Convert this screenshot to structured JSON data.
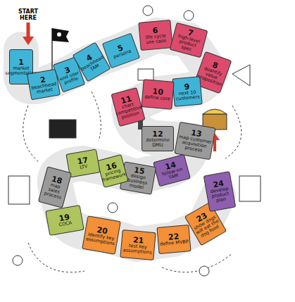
{
  "diagram": {
    "nodes": [
      {
        "text": [
          "1",
          "market segmentation"
        ]
      },
      {
        "text": [
          "2",
          "beachhead market"
        ]
      },
      {
        "text": [
          "3",
          "end user profile"
        ]
      },
      {
        "text": [
          "4",
          "beachhead TAM"
        ]
      },
      {
        "text": [
          "5",
          "persona"
        ]
      },
      {
        "text": [
          "6",
          "life cycle use case"
        ]
      },
      {
        "text": [
          "7",
          "high-level product spec"
        ]
      },
      {
        "text": [
          "8",
          "quantify value proposition"
        ]
      },
      {
        "text": [
          "9",
          "next 10 customers"
        ]
      },
      {
        "text": [
          "10",
          "define core"
        ]
      },
      {
        "text": [
          "11",
          "chart competitive position"
        ]
      },
      {
        "text": [
          "12",
          "determine DMU"
        ]
      },
      {
        "text": [
          "13",
          "map customer acquisition process"
        ]
      },
      {
        "text": [
          "14",
          "follow-on TAM"
        ]
      },
      {
        "text": [
          "15",
          "design business model"
        ]
      },
      {
        "text": [
          "16",
          "pricing framework"
        ]
      },
      {
        "text": [
          "17",
          "LTV"
        ]
      },
      {
        "text": [
          "18",
          "map sales process"
        ]
      },
      {
        "text": [
          "19",
          "COCA"
        ]
      },
      {
        "text": [
          "20",
          "identify key assumptions"
        ]
      },
      {
        "text": [
          "21",
          "test key assumptions"
        ]
      },
      {
        "text": [
          "22",
          "define MVBP"
        ]
      },
      {
        "text": [
          "23",
          "show dogs will eat the dog food"
        ]
      },
      {
        "text": [
          "24",
          "develop product plan"
        ]
      }
    ],
    "labels": [
      "START HERE"
    ]
  }
}
